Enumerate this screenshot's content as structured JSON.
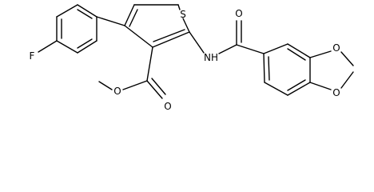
{
  "molecule": {
    "atoms": {
      "fluorine": "F",
      "thiophene_sulfur": "S",
      "amide_nitrogen": "NH",
      "amide_oxygen": "O",
      "ester_carbonyl_oxygen": "O",
      "ester_ether_oxygen": "O",
      "dioxole_oxygen_top": "O",
      "dioxole_oxygen_bottom": "O"
    },
    "colors": {
      "ink": "#000000",
      "background": "#ffffff"
    }
  }
}
